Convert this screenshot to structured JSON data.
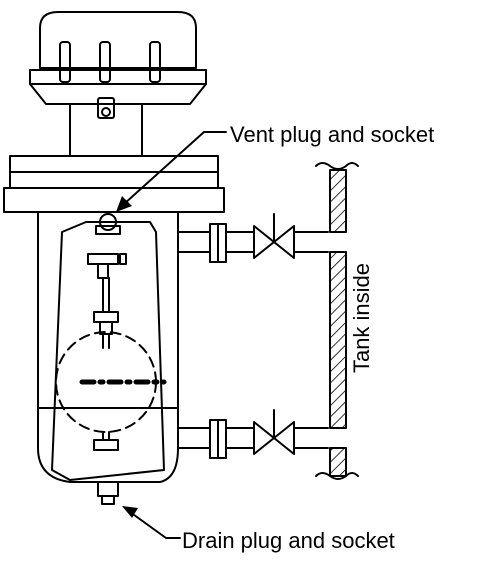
{
  "labels": {
    "vent": "Vent plug and socket",
    "drain": "Drain plug and socket",
    "tank": "Tank inside"
  },
  "colors": {
    "line": "#000000",
    "background": "#ffffff"
  }
}
